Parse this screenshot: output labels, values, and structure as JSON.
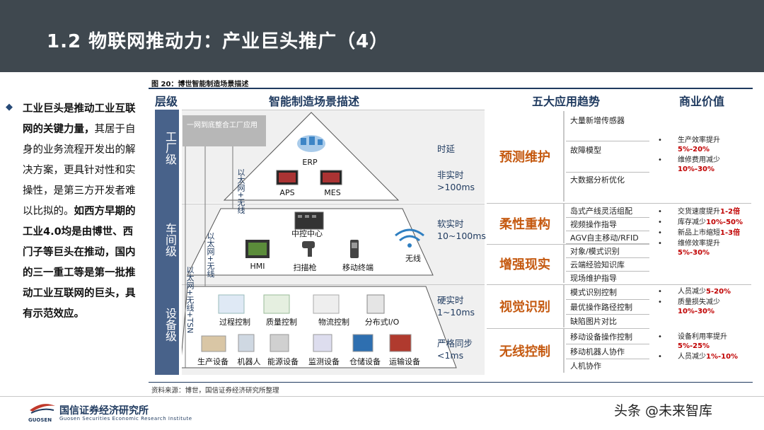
{
  "header": {
    "title": "1.2 物联网推动力：产业巨头推广（4）"
  },
  "commentary": {
    "p1_bold": "工业巨头是推动工业互联网的关键力量，",
    "p1_normal": "其居于自身的业务流程开发出的解决方案，更具针对性和实操性，是第三方开发者难以比拟的。",
    "p2_bold": "如西方早期的工业4.0均是由博世、西门子等巨头在推动，国内的三一重工等是第一批推动工业互联网的巨头，具有示范效应。"
  },
  "figure": {
    "caption": "图 20：博世智能制造场景描述",
    "source": "资料来源：博世，国信证券经济研究所整理",
    "headers": {
      "level": "层级",
      "scene": "智能制造场景描述",
      "trends": "五大应用趋势",
      "value": "商业价值"
    },
    "levels": {
      "factory": "工厂级",
      "workshop": "车间级",
      "device": "设备级"
    },
    "callout": "一网到底整合工厂应用",
    "vlabels": {
      "ethernet_wireless_1": "以太网+无线",
      "ethernet_wireless_2": "以太网+无线",
      "ethernet_wireless_tsn": "以太网+无线+TSN"
    },
    "nodes": {
      "erp": "ERP",
      "aps": "APS",
      "mes": "MES",
      "central": "中控中心",
      "hmi": "HMI",
      "scanner": "扫描枪",
      "mobile": "移动终端",
      "wireless": "无线",
      "process": "过程控制",
      "quality": "质量控制",
      "logistics": "物流控制",
      "dio": "分布式I/O",
      "production": "生产设备",
      "robot": "机器人",
      "energy": "能源设备",
      "monitor": "监测设备",
      "storage": "仓储设备",
      "transport": "运输设备"
    },
    "latency": {
      "factory": [
        "时延",
        "",
        "非实时",
        ">100ms"
      ],
      "workshop": [
        "软实时",
        "10~100ms"
      ],
      "device_hard": [
        "硬实时",
        "1~10ms"
      ],
      "device_sync": [
        "严格同步",
        "<1ms"
      ]
    },
    "trends": [
      {
        "name": "预测维护",
        "items": [
          "大量新增传感器",
          "故障模型",
          "大数据分析优化"
        ]
      },
      {
        "name": "柔性重构",
        "items": [
          "岛式产线灵活组配",
          "视频操作指导",
          "AGV自主移动/RFID"
        ]
      },
      {
        "name": "增强现实",
        "items": [
          "对象/模式识别",
          "云端经验知识库",
          "现场维护指导"
        ]
      },
      {
        "name": "视觉识别",
        "items": [
          "模式识别控制",
          "最优操作路径控制",
          "缺陷图片对比"
        ]
      },
      {
        "name": "无线控制",
        "items": [
          "移动设备操作控制",
          "移动机器人协作",
          "人机协作"
        ]
      }
    ],
    "values": {
      "v1a_pre": "生产效率提升",
      "v1a_hl": "5%-20%",
      "v1b_pre": "维修费用减少",
      "v1b_hl": "10%-30%",
      "v2a_pre": "交货速度提升",
      "v2a_hl": "1-2倍",
      "v2b_pre": "库存减少",
      "v2b_hl": "10%-50%",
      "v2c_pre": "新品上市缩短",
      "v2c_hl": "1-3倍",
      "v2d_pre": "维修效率提升",
      "v2d_hl": "5%-30%",
      "v3a_pre": "人员减少",
      "v3a_hl": "5-20%",
      "v3b_pre": "质量损失减少",
      "v3b_hl": "10%-30%",
      "v4a_pre": "设备利用率提升",
      "v4a_hl": "5%-25%",
      "v4b_pre": "人员减少",
      "v4b_hl": "1%-10%"
    }
  },
  "footer": {
    "logo_text": "国信证券经济研究所",
    "logo_sub": "Guosen Securities Economic Research Institute",
    "logo_mark": "GUOSEN",
    "watermark": "头条 @未来智库"
  },
  "colors": {
    "header_bg": "#3f484f",
    "navy": "#1f3a5f",
    "trend_orange": "#c55a11",
    "highlight_red": "#c00000",
    "level_blue": "#48628a"
  }
}
